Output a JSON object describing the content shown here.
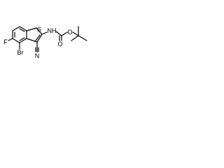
{
  "molecule": {
    "atoms": {
      "S": "S",
      "NH": "NH",
      "O_carbonyl": "O",
      "O_ester": "O",
      "Br": "Br",
      "F": "F",
      "N_nitrile": "N"
    }
  }
}
